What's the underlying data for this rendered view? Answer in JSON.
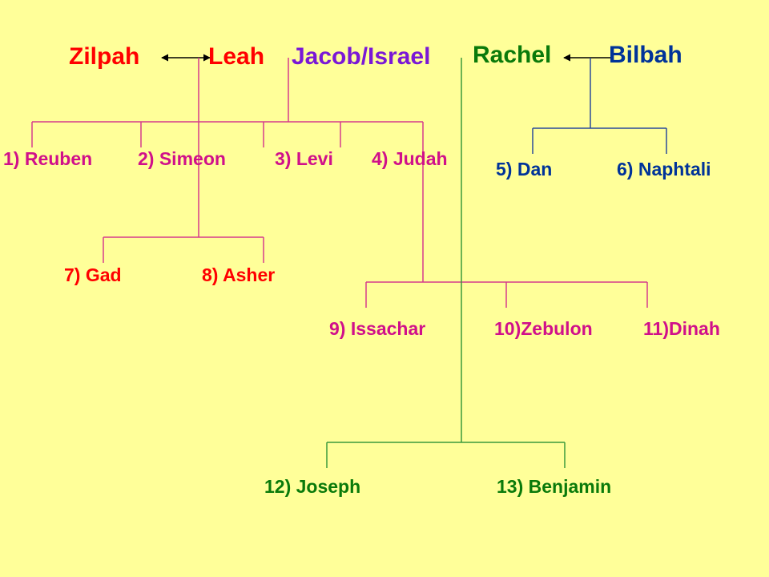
{
  "colors": {
    "background": "#FFFF99",
    "red": "#FF0000",
    "purple": "#7A18D6",
    "green": "#0A7A0A",
    "blue": "#003399",
    "magenta": "#D0108A",
    "line_magenta": "#D63C8C",
    "line_purple": "#8A4AB8",
    "line_green": "#3C9A3C",
    "line_blue": "#2A4A9A",
    "line_red": "#CC1A1A",
    "arrow": "#000000"
  },
  "parents": {
    "zilpah": "Zilpah",
    "leah": "Leah",
    "jacob": "Jacob/Israel",
    "rachel": "Rachel",
    "bilhah": "Bilbah"
  },
  "children": {
    "c1": "1) Reuben",
    "c2": "2) Simeon",
    "c3": "3) Levi",
    "c4": "4) Judah",
    "c5": "5) Dan",
    "c6": "6) Naphtali",
    "c7": "7) Gad",
    "c8": "8) Asher",
    "c9": "9) Issachar",
    "c10": "10)Zebulon",
    "c11": "11)Dinah",
    "c12": "12) Joseph",
    "c13": "13) Benjamin"
  }
}
